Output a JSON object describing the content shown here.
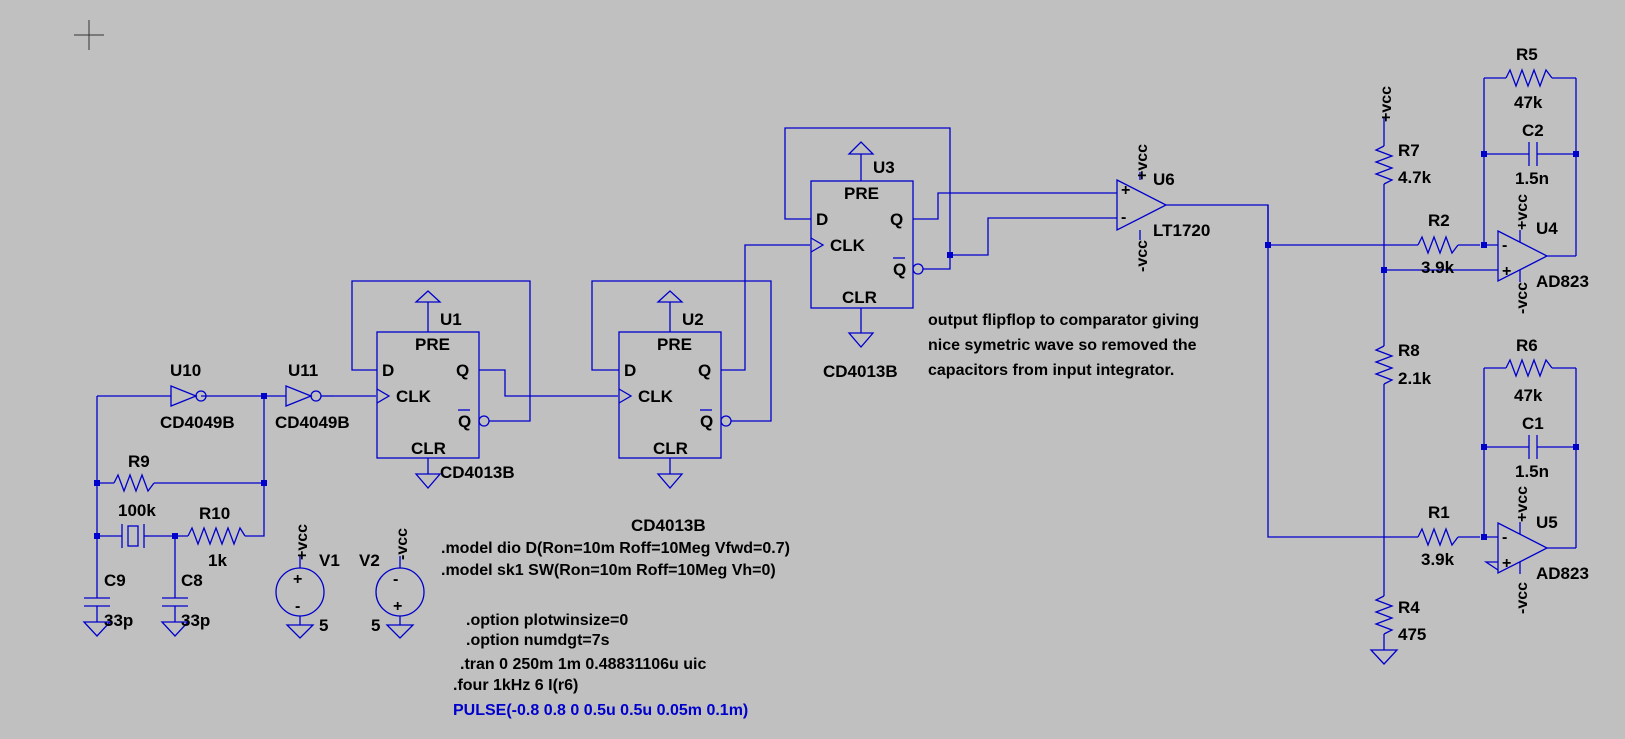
{
  "colors": {
    "background": "#c0c0c0",
    "wire": "#0000cc",
    "text": "#000000",
    "pulse": "#0000cc"
  },
  "components": {
    "U10": {
      "ref": "U10",
      "model": "CD4049B"
    },
    "U11": {
      "ref": "U11",
      "model": "CD4049B"
    },
    "U1": {
      "ref": "U1",
      "model": "CD4013B"
    },
    "U2": {
      "ref": "U2",
      "model": "CD4013B"
    },
    "U3": {
      "ref": "U3",
      "model": "CD4013B"
    },
    "U6": {
      "ref": "U6",
      "model": "LT1720"
    },
    "U4": {
      "ref": "U4",
      "model": "AD823"
    },
    "U5": {
      "ref": "U5",
      "model": "AD823"
    },
    "R9": {
      "ref": "R9",
      "value": "100k"
    },
    "R10": {
      "ref": "R10",
      "value": "1k"
    },
    "C9": {
      "ref": "C9",
      "value": "33p"
    },
    "C8": {
      "ref": "C8",
      "value": "33p"
    },
    "V1": {
      "ref": "V1",
      "value": "5"
    },
    "V2": {
      "ref": "V2",
      "value": "5"
    },
    "R7": {
      "ref": "R7",
      "value": "4.7k"
    },
    "R8": {
      "ref": "R8",
      "value": "2.1k"
    },
    "R4": {
      "ref": "R4",
      "value": "475"
    },
    "R2": {
      "ref": "R2",
      "value": "3.9k"
    },
    "R1": {
      "ref": "R1",
      "value": "3.9k"
    },
    "R5": {
      "ref": "R5",
      "value": "47k"
    },
    "R6": {
      "ref": "R6",
      "value": "47k"
    },
    "C2": {
      "ref": "C2",
      "value": "1.5n"
    },
    "C1": {
      "ref": "C1",
      "value": "1.5n"
    }
  },
  "pins": {
    "pre": "PRE",
    "clr": "CLR",
    "clk": "CLK",
    "d": "D",
    "q": "Q",
    "qbar": "Q"
  },
  "nets": {
    "vcc_pos": "+vcc",
    "vcc_neg": "-vcc",
    "plus": "+",
    "minus": "-"
  },
  "note": [
    "output flipflop to comparator giving",
    "nice symetric wave so removed the",
    "capacitors from input integrator."
  ],
  "directives": {
    "model_dio": ".model dio D(Ron=10m Roff=10Meg Vfwd=0.7)",
    "model_sk1": ".model sk1 SW(Ron=10m Roff=10Meg Vh=0)",
    "plotwinsize": ".option plotwinsize=0",
    "numdgt": ".option numdgt=7s",
    "tran": ".tran 0 250m 1m 0.48831106u uic",
    "four": ".four 1kHz 6  I(r6)",
    "pulse": "PULSE(-0.8 0.8 0 0.5u 0.5u 0.05m 0.1m)"
  }
}
